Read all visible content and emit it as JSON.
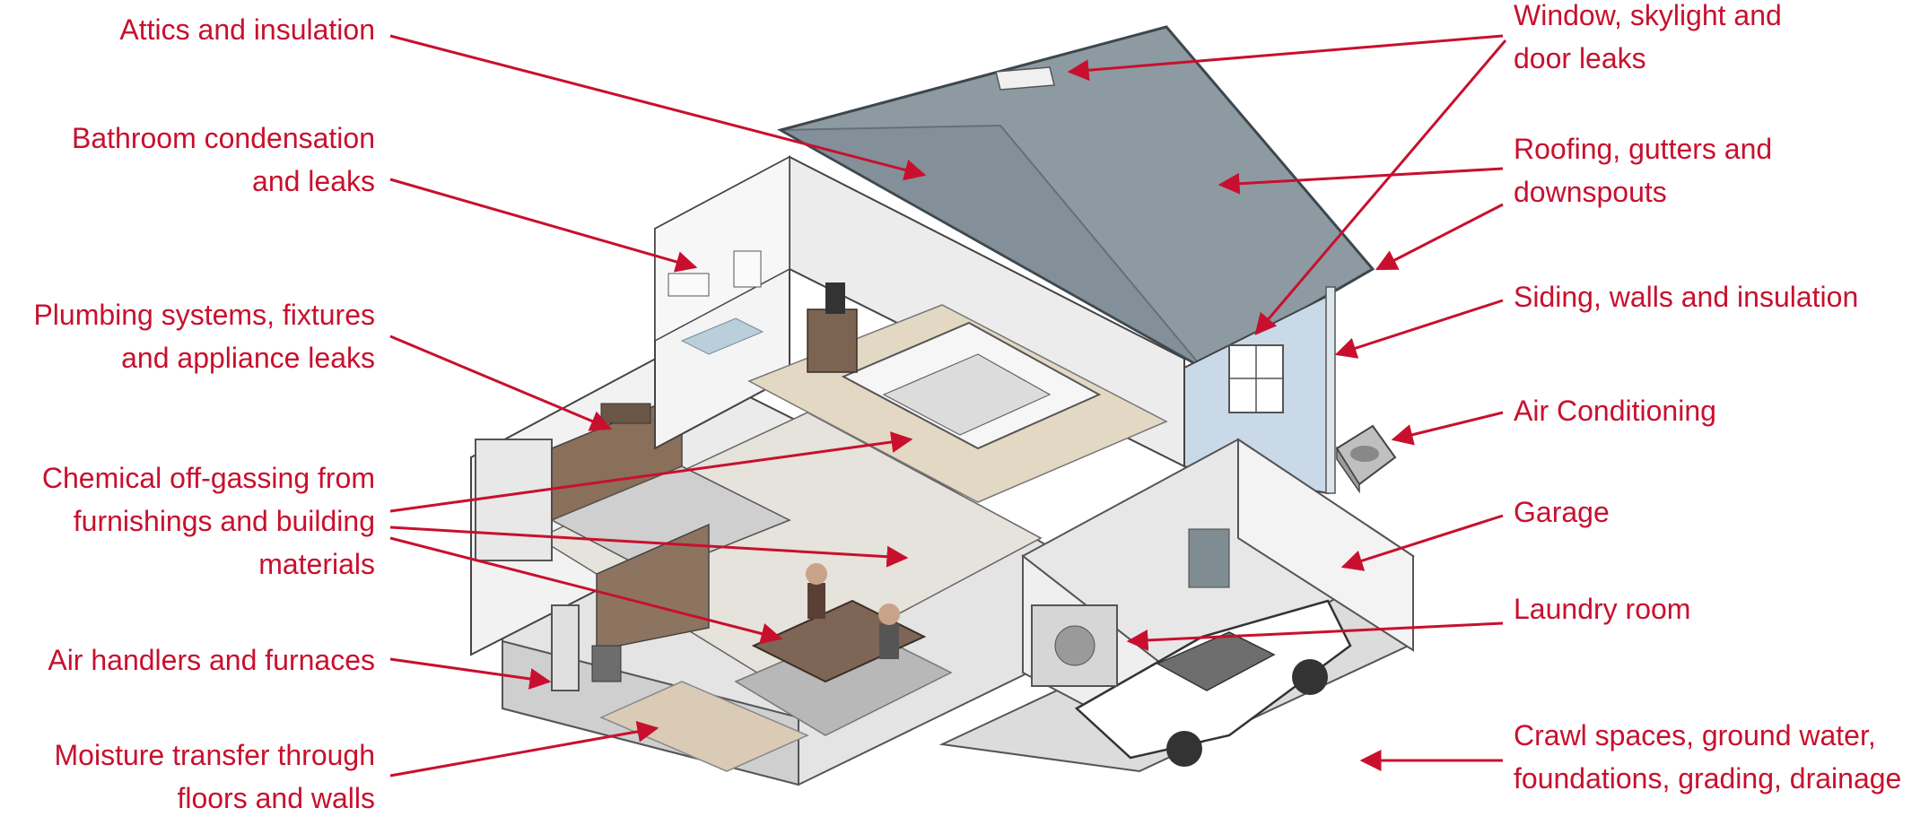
{
  "accent_color": "#c8102e",
  "labels": {
    "attics": "Attics  and  insulation",
    "bathroom": "Bathroom condensation\nand leaks",
    "plumbing": "Plumbing systems, fixtures\nand appliance leaks",
    "chemical": "Chemical off-gassing from\nfurnishings and building\nmaterials",
    "air_handlers": "Air handlers and furnaces",
    "moisture": "Moisture transfer through\nfloors and walls",
    "windows": "Window, skylight and\ndoor leaks",
    "roofing": "Roofing, gutters and\ndownspouts",
    "siding": "Siding, walls and insulation",
    "air_conditioning": "Air Conditioning",
    "garage": "Garage",
    "laundry": "Laundry room",
    "crawl": "Crawl spaces, ground water,\nfoundations, grading, drainage"
  }
}
